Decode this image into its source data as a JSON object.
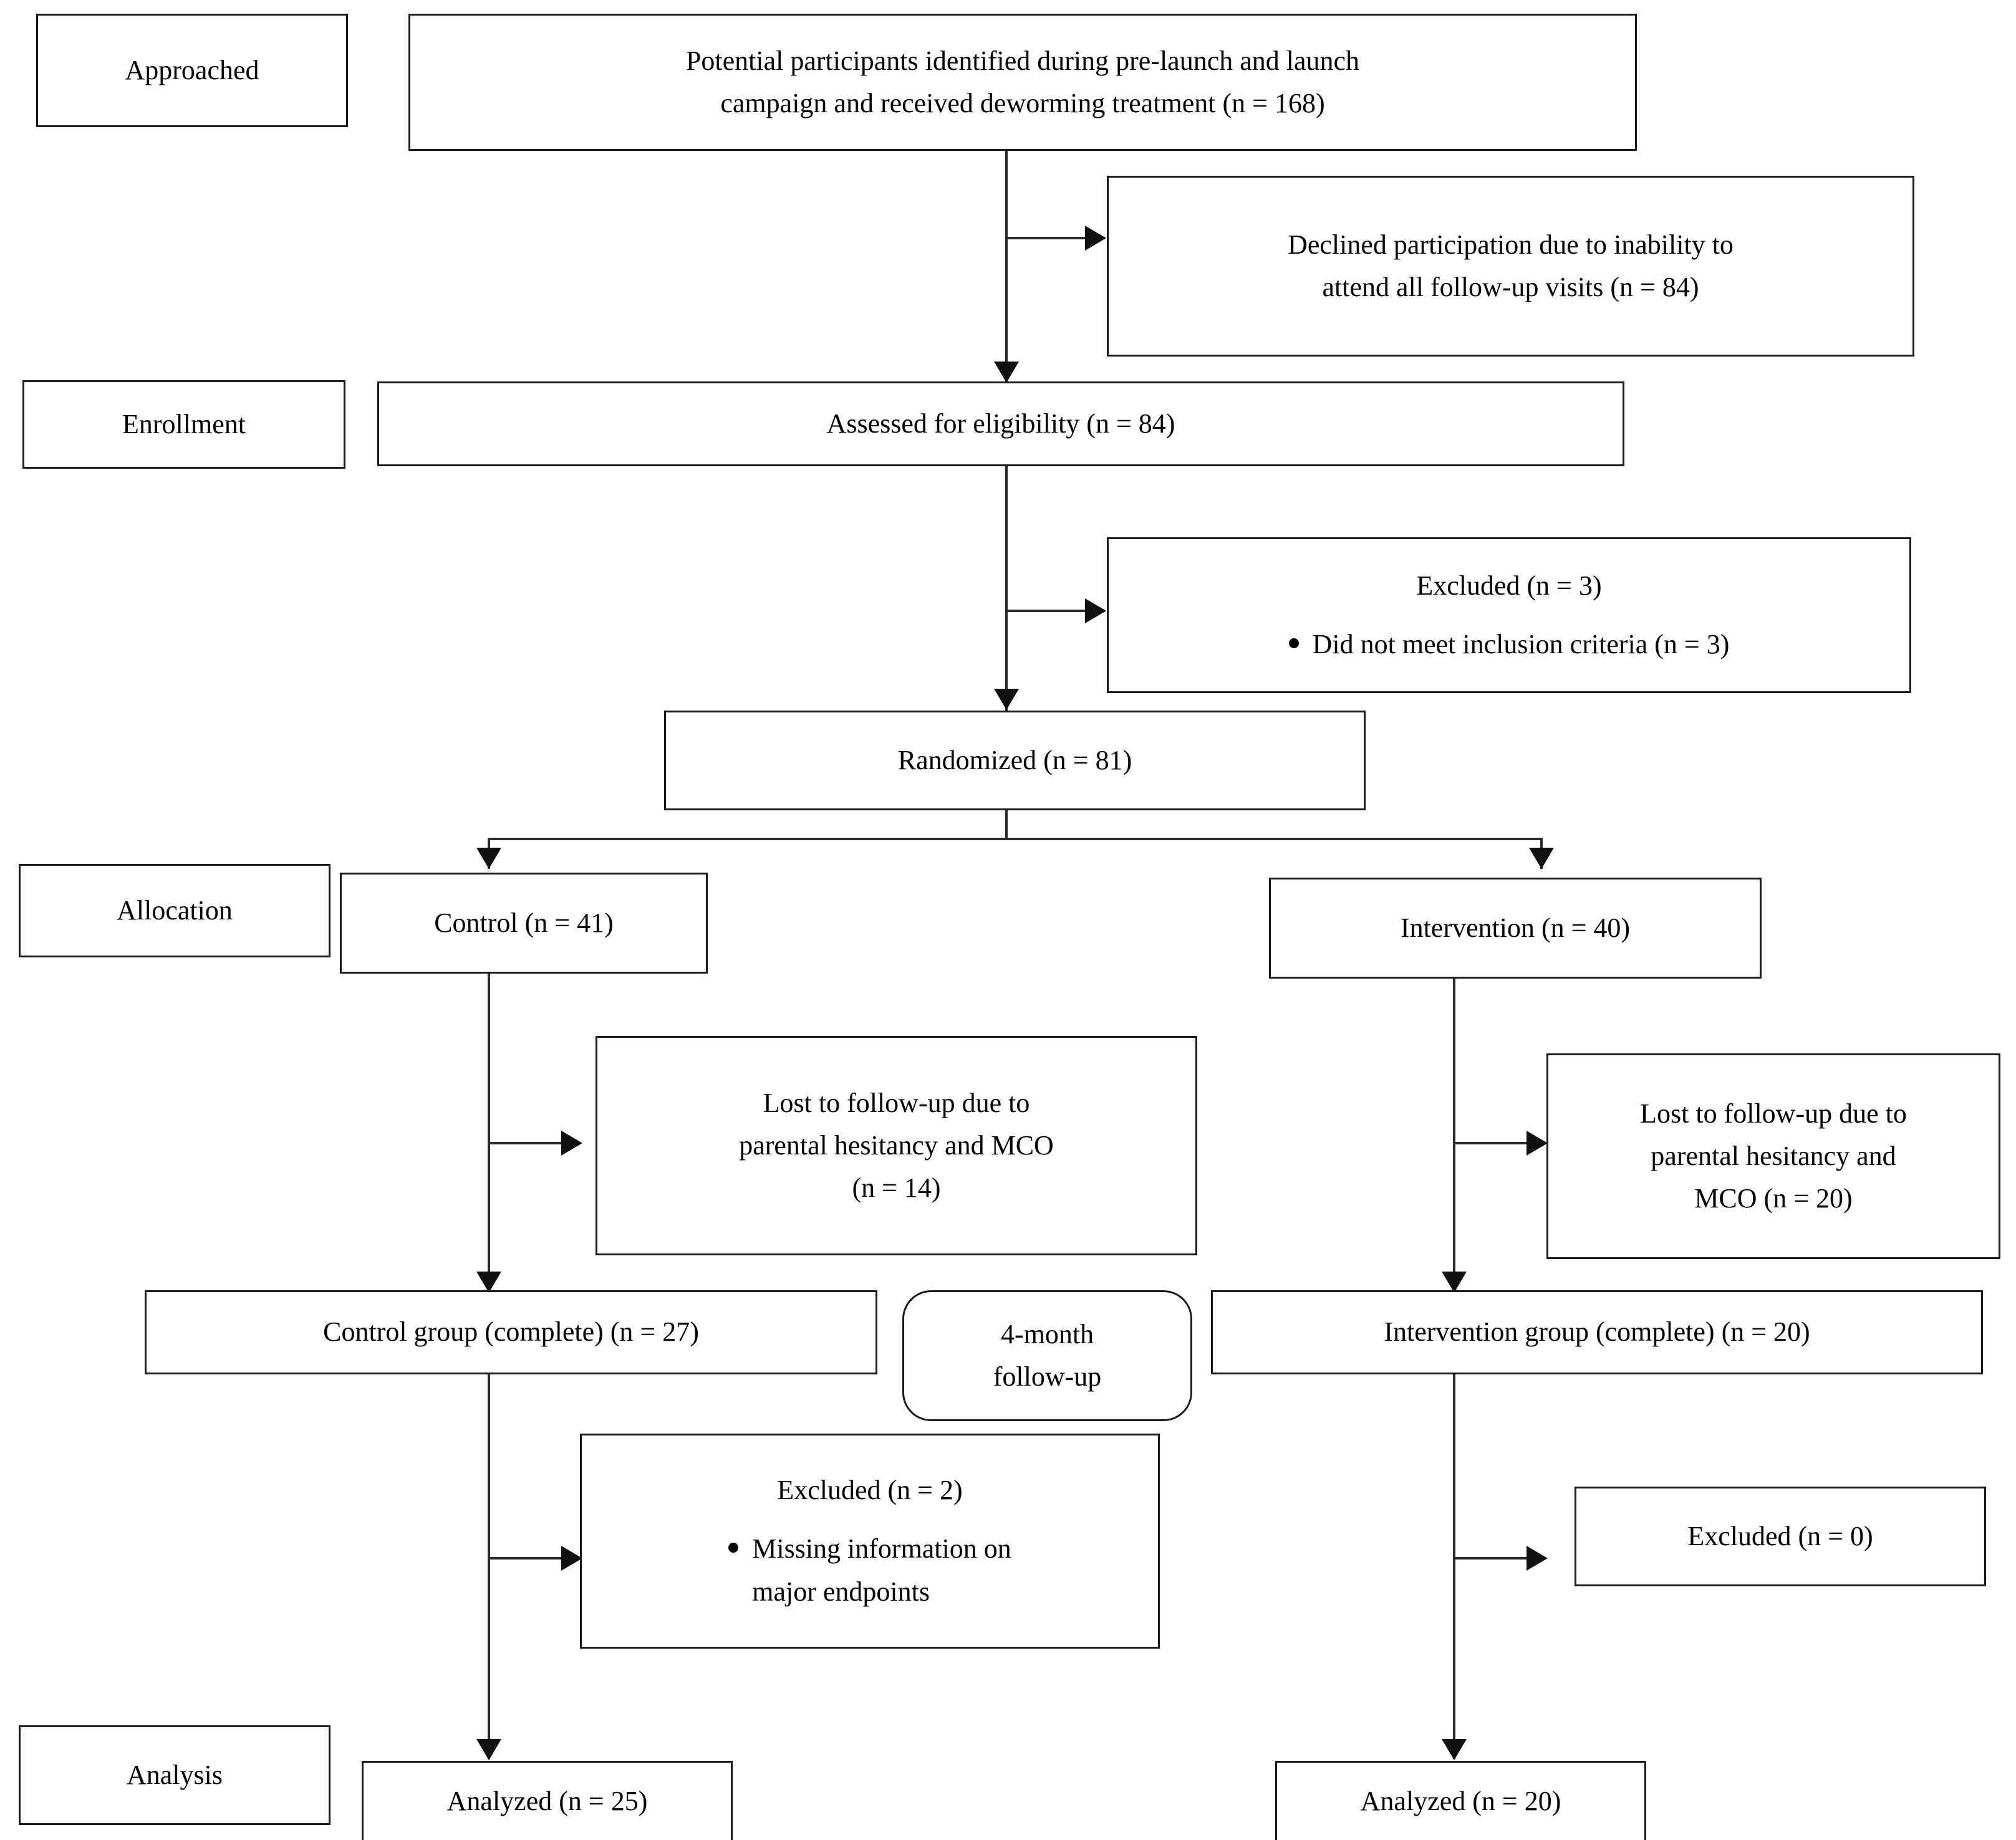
{
  "diagram": {
    "type": "consort-flow-diagram",
    "stage_labels": [
      {
        "id": "approached",
        "text": "Approached"
      },
      {
        "id": "enrollment",
        "text": "Enrollment"
      },
      {
        "id": "allocation",
        "text": "Allocation"
      },
      {
        "id": "analysis",
        "text": "Analysis"
      }
    ],
    "nodes": {
      "identified": {
        "line1": "Potential participants identified during pre-launch and launch",
        "line2": "campaign and received deworming treatment (n = 168)",
        "n": 168
      },
      "declined": {
        "line1": "Declined participation due to inability to",
        "line2": "attend all follow-up visits (n = 84)",
        "n": 84
      },
      "assessed": {
        "text": "Assessed for eligibility (n = 84)",
        "n": 84
      },
      "excluded_enrollment": {
        "heading": "Excluded (n = 3)",
        "bullet": "Did not meet inclusion criteria (n = 3)",
        "n": 3
      },
      "randomized": {
        "text": "Randomized (n = 81)",
        "n": 81
      },
      "control": {
        "text": "Control (n = 41)",
        "n": 41
      },
      "intervention": {
        "text": "Intervention (n = 40)",
        "n": 40
      },
      "lost_control": {
        "line1": "Lost to follow-up due to",
        "line2": "parental hesitancy and MCO",
        "line3": "(n = 14)",
        "n": 14
      },
      "lost_intervention": {
        "line1": "Lost to follow-up due to",
        "line2": "parental hesitancy and",
        "line3": "MCO (n = 20)",
        "n": 20
      },
      "control_complete": {
        "text": "Control group (complete) (n = 27)",
        "n": 27
      },
      "followup_period": {
        "line1": "4-month",
        "line2": "follow-up"
      },
      "intervention_complete": {
        "text": "Intervention group (complete) (n = 20)",
        "n": 20
      },
      "excluded_control": {
        "heading": "Excluded (n = 2)",
        "bullet_line1": "Missing information on",
        "bullet_line2": "major endpoints",
        "n": 2
      },
      "excluded_intervention": {
        "text": "Excluded (n = 0)",
        "n": 0
      },
      "analyzed_control": {
        "text": "Analyzed (n = 25)",
        "n": 25
      },
      "analyzed_intervention": {
        "text": "Analyzed (n = 20)",
        "n": 20
      }
    },
    "colors": {
      "border": "#1a1a1a",
      "connector": "#2b2b2b",
      "background": "#ffffff",
      "text": "#000000"
    }
  }
}
